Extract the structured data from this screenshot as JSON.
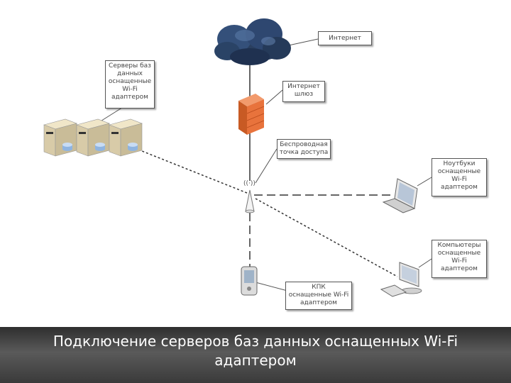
{
  "callouts": {
    "internet": "Интернет",
    "gateway": "Интернет\nшлюз",
    "access_point": "Беспроводная\nточка доступа",
    "servers": "Серверы баз\nданных\nоснащенные\nWi-Fi\nадаптером",
    "laptops": "Ноутбуки\nоснащенные\nWi-Fi\nадаптером",
    "computers": "Компьютеры\nоснащенные\nWi-Fi\nадаптером",
    "pda": "КПК\nоснащенные Wi-Fi\nадаптером"
  },
  "caption": "Подключение серверов баз данных оснащенных Wi-Fi\nадаптером",
  "colors": {
    "firewall": "#e8733c",
    "cloud": "#2a3f5f",
    "caption_bar": "#444444"
  }
}
